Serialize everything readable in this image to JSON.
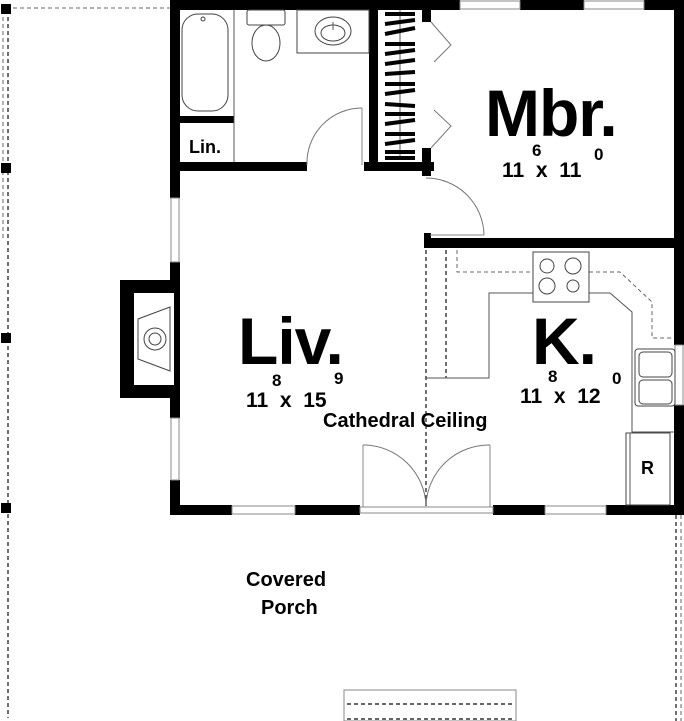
{
  "plan": {
    "rooms": {
      "master_bedroom": {
        "label": "Mbr.",
        "dim_a": "11",
        "dim_a_sup": "6",
        "x": "x",
        "dim_b": "11",
        "dim_b_sup": "0"
      },
      "living": {
        "label": "Liv.",
        "dim_a": "11",
        "dim_a_sup": "8",
        "x": "x",
        "dim_b": "15",
        "dim_b_sup": "9",
        "note": "Cathedral Ceiling"
      },
      "kitchen": {
        "label": "K.",
        "dim_a": "11",
        "dim_a_sup": "8",
        "x": "x",
        "dim_b": "12",
        "dim_b_sup": "0"
      },
      "linen": {
        "label": "Lin."
      },
      "refrigerator": {
        "label": "R"
      },
      "porch": {
        "line1": "Covered",
        "line2": "Porch"
      }
    },
    "colors": {
      "wall": "#000000",
      "background": "#ffffff",
      "fixture_line": "#444444"
    }
  }
}
